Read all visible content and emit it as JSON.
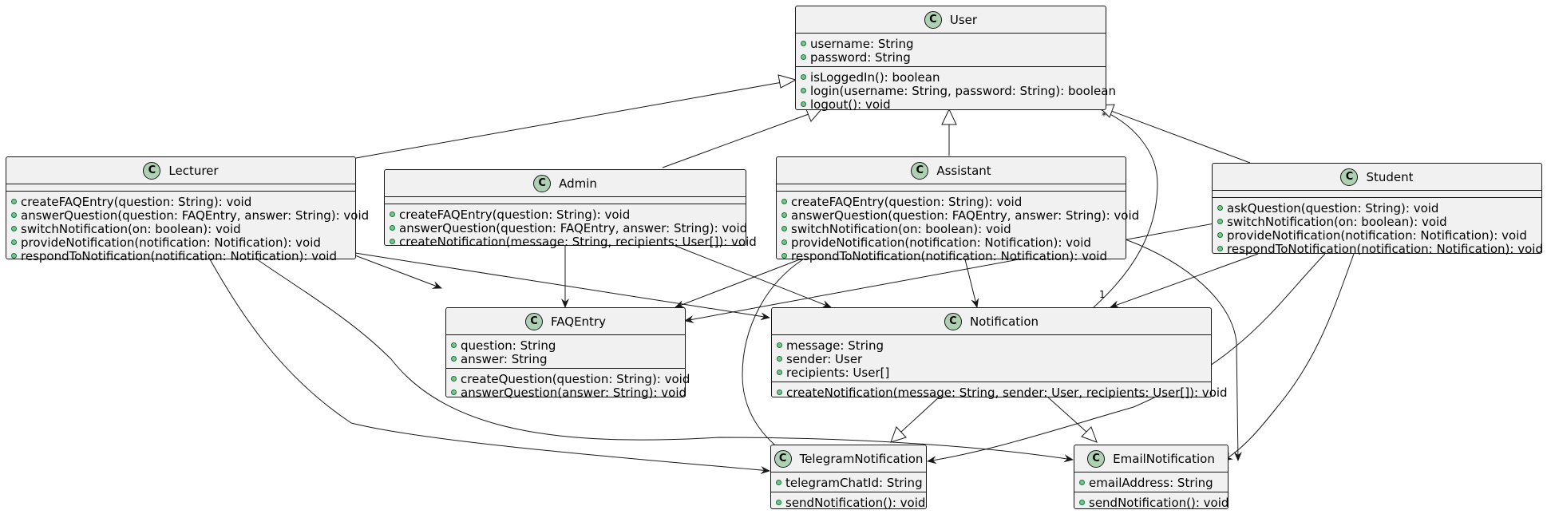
{
  "classes": {
    "user": {
      "badge": "C",
      "name": "User",
      "attributes": [
        "username: String",
        "password: String"
      ],
      "methods": [
        "isLoggedIn(): boolean",
        "login(username: String, password: String): boolean",
        "logout(): void"
      ]
    },
    "lecturer": {
      "badge": "C",
      "name": "Lecturer",
      "attributes": [],
      "methods": [
        "createFAQEntry(question: String): void",
        "answerQuestion(question: FAQEntry, answer: String): void",
        "switchNotification(on: boolean): void",
        "provideNotification(notification: Notification): void",
        "respondToNotification(notification: Notification): void"
      ]
    },
    "admin": {
      "badge": "C",
      "name": "Admin",
      "attributes": [],
      "methods": [
        "createFAQEntry(question: String): void",
        "answerQuestion(question: FAQEntry, answer: String): void",
        "createNotification(message: String, recipients: User[]): void"
      ]
    },
    "assistant": {
      "badge": "C",
      "name": "Assistant",
      "attributes": [],
      "methods": [
        "createFAQEntry(question: String): void",
        "answerQuestion(question: FAQEntry, answer: String): void",
        "switchNotification(on: boolean): void",
        "provideNotification(notification: Notification): void",
        "respondToNotification(notification: Notification): void"
      ]
    },
    "student": {
      "badge": "C",
      "name": "Student",
      "attributes": [],
      "methods": [
        "askQuestion(question: String): void",
        "switchNotification(on: boolean): void",
        "provideNotification(notification: Notification): void",
        "respondToNotification(notification: Notification): void"
      ]
    },
    "faqentry": {
      "badge": "C",
      "name": "FAQEntry",
      "attributes": [
        "question: String",
        "answer: String"
      ],
      "methods": [
        "createQuestion(question: String): void",
        "answerQuestion(answer: String): void"
      ]
    },
    "notification": {
      "badge": "C",
      "name": "Notification",
      "attributes": [
        "message: String",
        "sender: User",
        "recipients: User[]"
      ],
      "methods": [
        "createNotification(message: String, sender: User, recipients: User[]): void"
      ]
    },
    "telegram": {
      "badge": "C",
      "name": "TelegramNotification",
      "attributes": [
        "telegramChatId: String"
      ],
      "methods": [
        "sendNotification(): void"
      ]
    },
    "email": {
      "badge": "C",
      "name": "EmailNotification",
      "attributes": [
        "emailAddress: String"
      ],
      "methods": [
        "sendNotification(): void"
      ]
    }
  },
  "multiplicities": {
    "notification_user_near": "1",
    "notification_user_far": "*"
  },
  "colors": {
    "class_fill": "#f1f1f1",
    "badge_fill": "#add1b2",
    "border": "#181818",
    "visibility_fill": "#84be84"
  }
}
